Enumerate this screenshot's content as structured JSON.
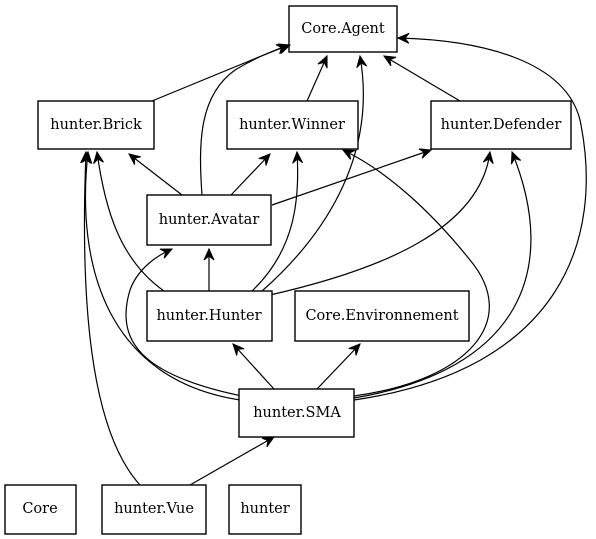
{
  "nodes": {
    "core_agent": {
      "label": "Core.Agent"
    },
    "hunter_brick": {
      "label": "hunter.Brick"
    },
    "hunter_winner": {
      "label": "hunter.Winner"
    },
    "hunter_defender": {
      "label": "hunter.Defender"
    },
    "hunter_avatar": {
      "label": "hunter.Avatar"
    },
    "hunter_hunter": {
      "label": "hunter.Hunter"
    },
    "core_environnement": {
      "label": "Core.Environnement"
    },
    "hunter_sma": {
      "label": "hunter.SMA"
    },
    "core": {
      "label": "Core"
    },
    "hunter_vue": {
      "label": "hunter.Vue"
    },
    "hunter": {
      "label": "hunter"
    }
  },
  "edges": [
    {
      "from": "hunter.Brick",
      "to": "Core.Agent"
    },
    {
      "from": "hunter.Winner",
      "to": "Core.Agent"
    },
    {
      "from": "hunter.Defender",
      "to": "Core.Agent"
    },
    {
      "from": "hunter.Avatar",
      "to": "Core.Agent"
    },
    {
      "from": "hunter.Avatar",
      "to": "hunter.Brick"
    },
    {
      "from": "hunter.Avatar",
      "to": "hunter.Winner"
    },
    {
      "from": "hunter.Avatar",
      "to": "hunter.Defender"
    },
    {
      "from": "hunter.Hunter",
      "to": "Core.Agent"
    },
    {
      "from": "hunter.Hunter",
      "to": "hunter.Brick"
    },
    {
      "from": "hunter.Hunter",
      "to": "hunter.Winner"
    },
    {
      "from": "hunter.Hunter",
      "to": "hunter.Defender"
    },
    {
      "from": "hunter.Hunter",
      "to": "hunter.Avatar"
    },
    {
      "from": "hunter.SMA",
      "to": "Core.Agent"
    },
    {
      "from": "hunter.SMA",
      "to": "hunter.Brick"
    },
    {
      "from": "hunter.SMA",
      "to": "hunter.Winner"
    },
    {
      "from": "hunter.SMA",
      "to": "hunter.Defender"
    },
    {
      "from": "hunter.SMA",
      "to": "hunter.Avatar"
    },
    {
      "from": "hunter.SMA",
      "to": "hunter.Hunter"
    },
    {
      "from": "hunter.SMA",
      "to": "Core.Environnement"
    },
    {
      "from": "hunter.Vue",
      "to": "hunter.Brick"
    },
    {
      "from": "hunter.Vue",
      "to": "hunter.SMA"
    }
  ]
}
